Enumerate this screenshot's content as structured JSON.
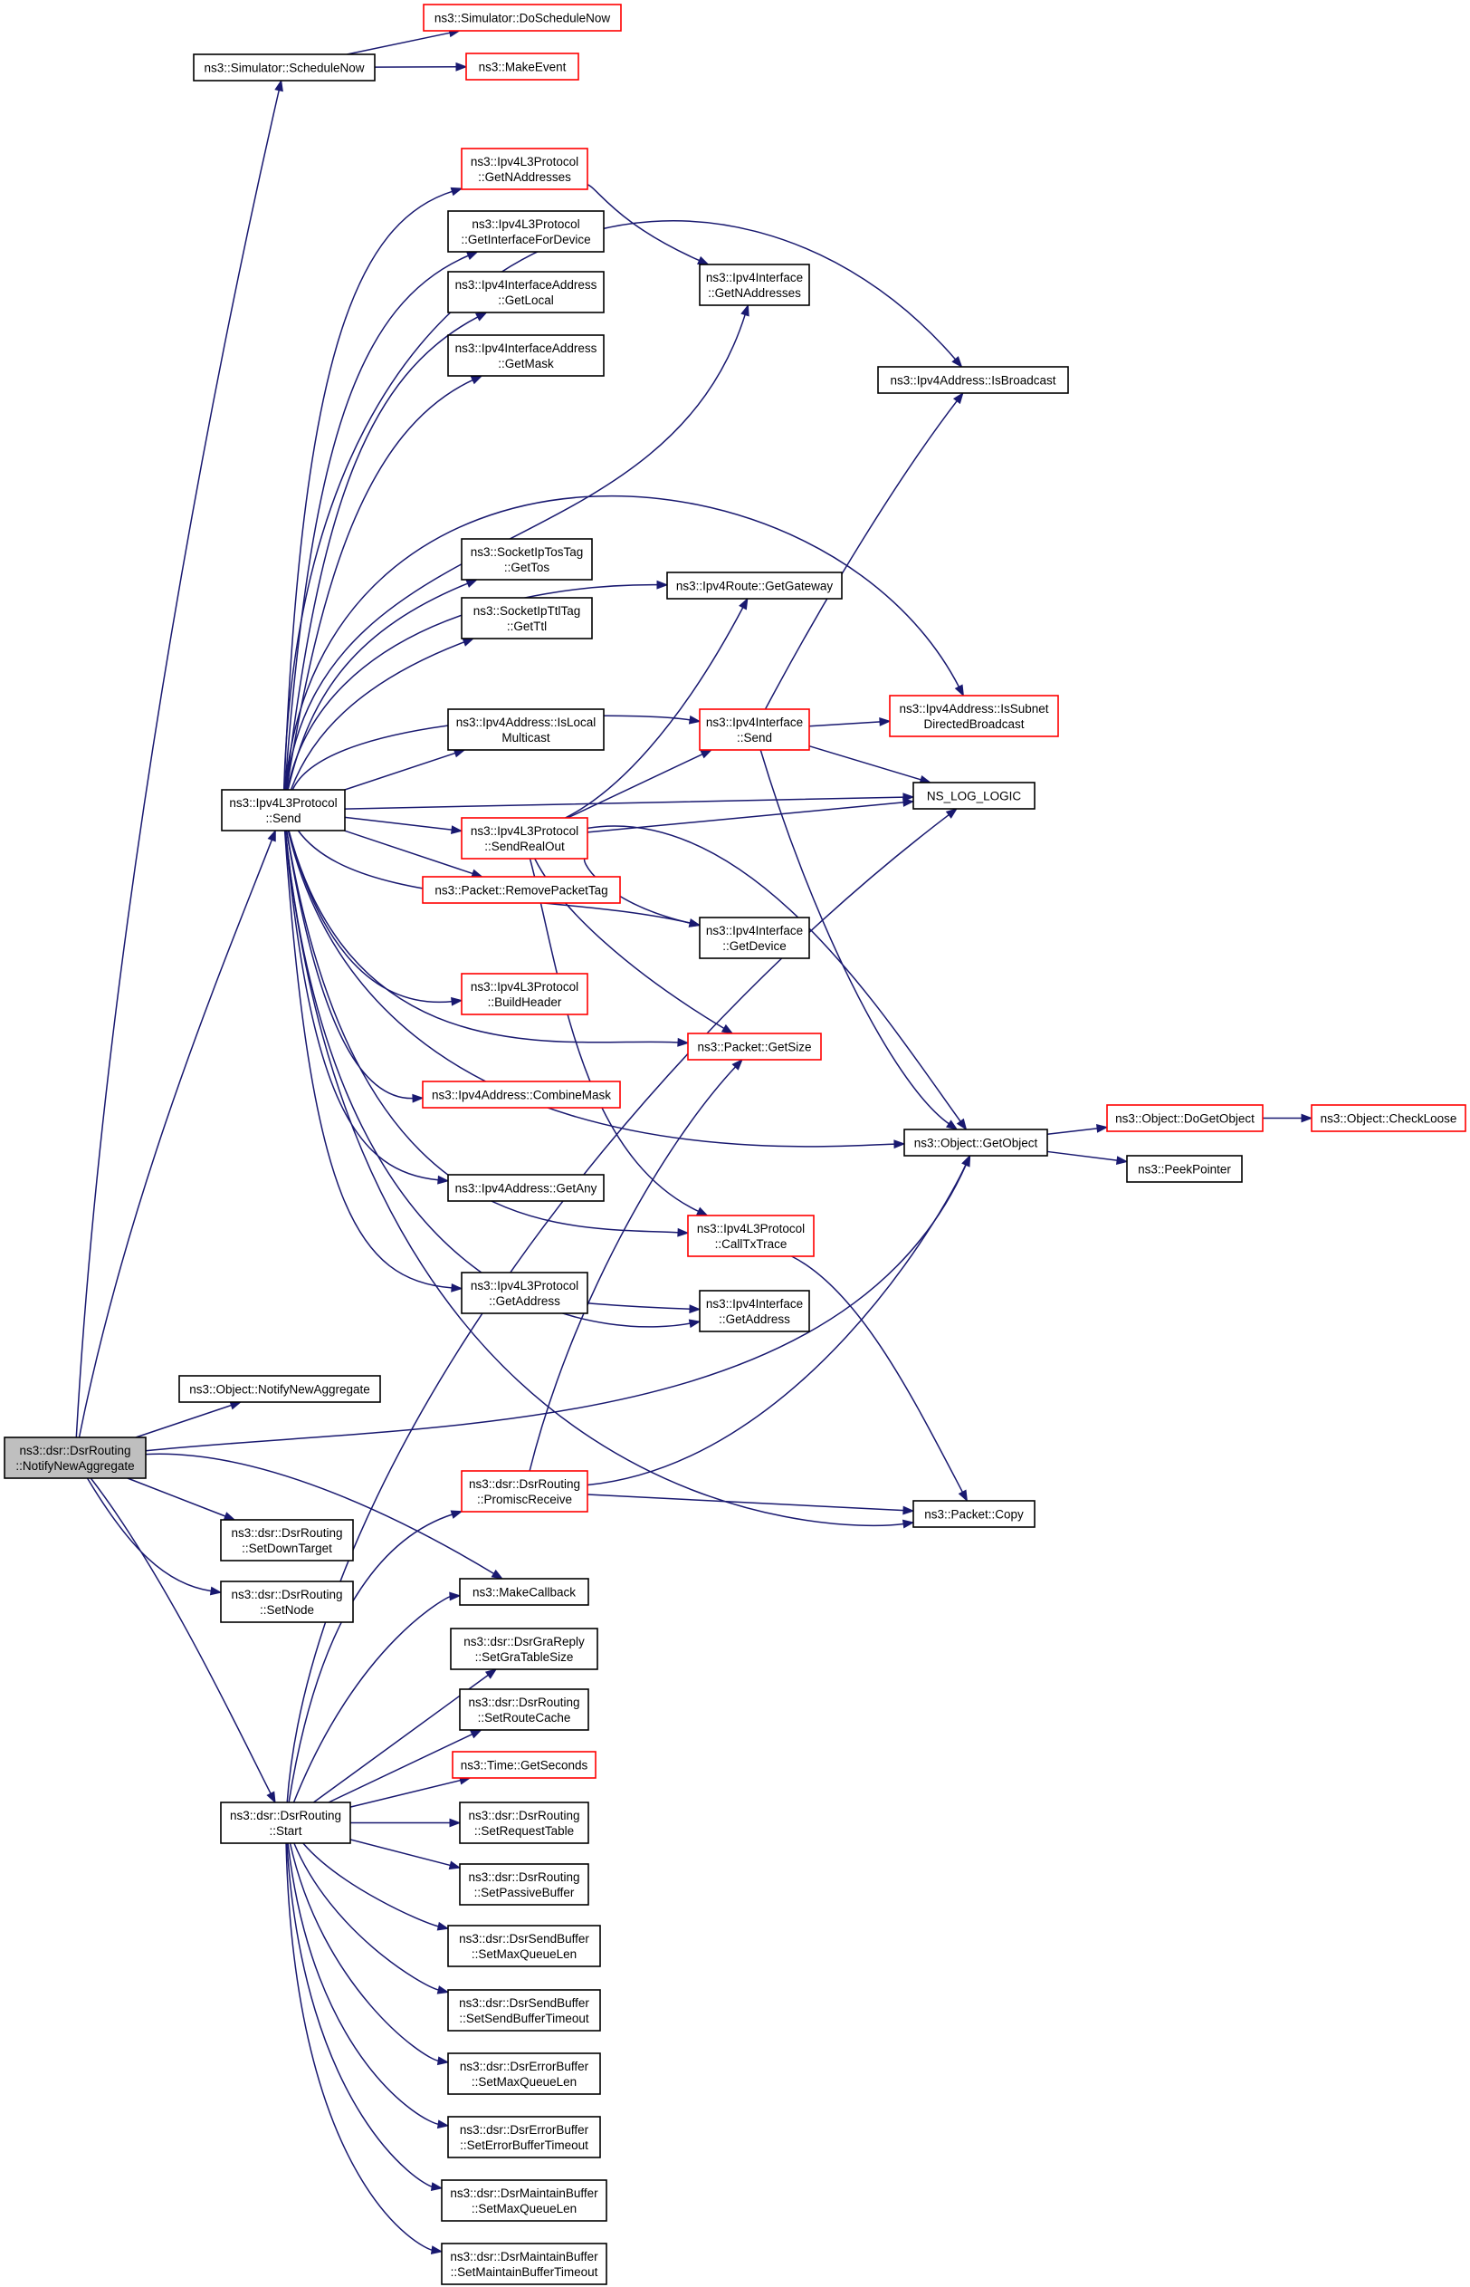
{
  "diagram": {
    "type": "call-graph",
    "colors": {
      "edge": "#191970",
      "default_border": "#000000",
      "truncated_border": "#ff0000",
      "root_fill": "#bfbfbf"
    },
    "nodes": [
      {
        "id": "root",
        "lines": [
          "ns3::dsr::DsrRouting",
          "::NotifyNewAggregate"
        ],
        "style": "root"
      },
      {
        "id": "schedulenow",
        "lines": [
          "ns3::Simulator::ScheduleNow"
        ],
        "style": "normal"
      },
      {
        "id": "doschedulenow",
        "lines": [
          "ns3::Simulator::DoScheduleNow"
        ],
        "style": "truncated"
      },
      {
        "id": "makeevent",
        "lines": [
          "ns3::MakeEvent"
        ],
        "style": "truncated"
      },
      {
        "id": "getnaddr_l3",
        "lines": [
          "ns3::Ipv4L3Protocol",
          "::GetNAddresses"
        ],
        "style": "truncated"
      },
      {
        "id": "getiffordev",
        "lines": [
          "ns3::Ipv4L3Protocol",
          "::GetInterfaceForDevice"
        ],
        "style": "normal"
      },
      {
        "id": "getlocal",
        "lines": [
          "ns3::Ipv4InterfaceAddress",
          "::GetLocal"
        ],
        "style": "normal"
      },
      {
        "id": "getmask",
        "lines": [
          "ns3::Ipv4InterfaceAddress",
          "::GetMask"
        ],
        "style": "normal"
      },
      {
        "id": "getnaddr_if",
        "lines": [
          "ns3::Ipv4Interface",
          "::GetNAddresses"
        ],
        "style": "normal"
      },
      {
        "id": "isbroadcast",
        "lines": [
          "ns3::Ipv4Address::IsBroadcast"
        ],
        "style": "normal"
      },
      {
        "id": "gettos",
        "lines": [
          "ns3::SocketIpTosTag",
          "::GetTos"
        ],
        "style": "normal"
      },
      {
        "id": "getgateway",
        "lines": [
          "ns3::Ipv4Route::GetGateway"
        ],
        "style": "normal"
      },
      {
        "id": "getttl",
        "lines": [
          "ns3::SocketIpTtlTag",
          "::GetTtl"
        ],
        "style": "normal"
      },
      {
        "id": "l3send",
        "lines": [
          "ns3::Ipv4L3Protocol",
          "::Send"
        ],
        "style": "normal"
      },
      {
        "id": "islocalmc",
        "lines": [
          "ns3::Ipv4Address::IsLocal",
          "Multicast"
        ],
        "style": "normal"
      },
      {
        "id": "ifsend",
        "lines": [
          "ns3::Ipv4Interface",
          "::Send"
        ],
        "style": "truncated"
      },
      {
        "id": "issubnet",
        "lines": [
          "ns3::Ipv4Address::IsSubnet",
          "DirectedBroadcast"
        ],
        "style": "truncated"
      },
      {
        "id": "nslog",
        "lines": [
          "NS_LOG_LOGIC"
        ],
        "style": "normal"
      },
      {
        "id": "sendrealout",
        "lines": [
          "ns3::Ipv4L3Protocol",
          "::SendRealOut"
        ],
        "style": "truncated"
      },
      {
        "id": "removetag",
        "lines": [
          "ns3::Packet::RemovePacketTag"
        ],
        "style": "truncated"
      },
      {
        "id": "getdevice",
        "lines": [
          "ns3::Ipv4Interface",
          "::GetDevice"
        ],
        "style": "normal"
      },
      {
        "id": "buildheader",
        "lines": [
          "ns3::Ipv4L3Protocol",
          "::BuildHeader"
        ],
        "style": "truncated"
      },
      {
        "id": "getsize",
        "lines": [
          "ns3::Packet::GetSize"
        ],
        "style": "truncated"
      },
      {
        "id": "combinemask",
        "lines": [
          "ns3::Ipv4Address::CombineMask"
        ],
        "style": "truncated"
      },
      {
        "id": "getobject",
        "lines": [
          "ns3::Object::GetObject"
        ],
        "style": "normal"
      },
      {
        "id": "dogetobject",
        "lines": [
          "ns3::Object::DoGetObject"
        ],
        "style": "truncated"
      },
      {
        "id": "checkloose",
        "lines": [
          "ns3::Object::CheckLoose"
        ],
        "style": "truncated"
      },
      {
        "id": "peekpointer",
        "lines": [
          "ns3::PeekPointer"
        ],
        "style": "normal"
      },
      {
        "id": "getany",
        "lines": [
          "ns3::Ipv4Address::GetAny"
        ],
        "style": "normal"
      },
      {
        "id": "calltxtrace",
        "lines": [
          "ns3::Ipv4L3Protocol",
          "::CallTxTrace"
        ],
        "style": "truncated"
      },
      {
        "id": "l3getaddress",
        "lines": [
          "ns3::Ipv4L3Protocol",
          "::GetAddress"
        ],
        "style": "normal"
      },
      {
        "id": "ifgetaddress",
        "lines": [
          "ns3::Ipv4Interface",
          "::GetAddress"
        ],
        "style": "normal"
      },
      {
        "id": "objnotify",
        "lines": [
          "ns3::Object::NotifyNewAggregate"
        ],
        "style": "normal"
      },
      {
        "id": "promisc",
        "lines": [
          "ns3::dsr::DsrRouting",
          "::PromiscReceive"
        ],
        "style": "truncated"
      },
      {
        "id": "packetcopy",
        "lines": [
          "ns3::Packet::Copy"
        ],
        "style": "normal"
      },
      {
        "id": "setdowntarget",
        "lines": [
          "ns3::dsr::DsrRouting",
          "::SetDownTarget"
        ],
        "style": "normal"
      },
      {
        "id": "setnode",
        "lines": [
          "ns3::dsr::DsrRouting",
          "::SetNode"
        ],
        "style": "normal"
      },
      {
        "id": "makecallback",
        "lines": [
          "ns3::MakeCallback"
        ],
        "style": "normal"
      },
      {
        "id": "setgratable",
        "lines": [
          "ns3::dsr::DsrGraReply",
          "::SetGraTableSize"
        ],
        "style": "normal"
      },
      {
        "id": "setroutecache",
        "lines": [
          "ns3::dsr::DsrRouting",
          "::SetRouteCache"
        ],
        "style": "normal"
      },
      {
        "id": "getseconds",
        "lines": [
          "ns3::Time::GetSeconds"
        ],
        "style": "truncated"
      },
      {
        "id": "start",
        "lines": [
          "ns3::dsr::DsrRouting",
          "::Start"
        ],
        "style": "normal"
      },
      {
        "id": "setrequesttable",
        "lines": [
          "ns3::dsr::DsrRouting",
          "::SetRequestTable"
        ],
        "style": "normal"
      },
      {
        "id": "setpassive",
        "lines": [
          "ns3::dsr::DsrRouting",
          "::SetPassiveBuffer"
        ],
        "style": "normal"
      },
      {
        "id": "sb_maxqlen",
        "lines": [
          "ns3::dsr::DsrSendBuffer",
          "::SetMaxQueueLen"
        ],
        "style": "normal"
      },
      {
        "id": "sb_timeout",
        "lines": [
          "ns3::dsr::DsrSendBuffer",
          "::SetSendBufferTimeout"
        ],
        "style": "normal"
      },
      {
        "id": "eb_maxqlen",
        "lines": [
          "ns3::dsr::DsrErrorBuffer",
          "::SetMaxQueueLen"
        ],
        "style": "normal"
      },
      {
        "id": "eb_timeout",
        "lines": [
          "ns3::dsr::DsrErrorBuffer",
          "::SetErrorBufferTimeout"
        ],
        "style": "normal"
      },
      {
        "id": "mb_maxqlen",
        "lines": [
          "ns3::dsr::DsrMaintainBuffer",
          "::SetMaxQueueLen"
        ],
        "style": "normal"
      },
      {
        "id": "mb_timeout",
        "lines": [
          "ns3::dsr::DsrMaintainBuffer",
          "::SetMaintainBufferTimeout"
        ],
        "style": "normal"
      }
    ],
    "edges": [
      [
        "root",
        "schedulenow"
      ],
      [
        "schedulenow",
        "doschedulenow"
      ],
      [
        "schedulenow",
        "makeevent"
      ],
      [
        "root",
        "l3send"
      ],
      [
        "root",
        "objnotify"
      ],
      [
        "root",
        "getobject"
      ],
      [
        "root",
        "setdowntarget"
      ],
      [
        "root",
        "setnode"
      ],
      [
        "root",
        "makecallback"
      ],
      [
        "root",
        "start"
      ],
      [
        "l3send",
        "isbroadcast"
      ],
      [
        "l3send",
        "getnaddr_l3"
      ],
      [
        "l3send",
        "getiffordev"
      ],
      [
        "l3send",
        "getlocal"
      ],
      [
        "l3send",
        "getmask"
      ],
      [
        "l3send",
        "getnaddr_if"
      ],
      [
        "l3send",
        "issubnet"
      ],
      [
        "l3send",
        "getgateway"
      ],
      [
        "l3send",
        "gettos"
      ],
      [
        "l3send",
        "getttl"
      ],
      [
        "l3send",
        "ifsend"
      ],
      [
        "l3send",
        "islocalmc"
      ],
      [
        "l3send",
        "nslog"
      ],
      [
        "l3send",
        "sendrealout"
      ],
      [
        "l3send",
        "removetag"
      ],
      [
        "l3send",
        "getdevice"
      ],
      [
        "l3send",
        "buildheader"
      ],
      [
        "l3send",
        "getsize"
      ],
      [
        "l3send",
        "combinemask"
      ],
      [
        "l3send",
        "getobject"
      ],
      [
        "l3send",
        "getany"
      ],
      [
        "l3send",
        "calltxtrace"
      ],
      [
        "l3send",
        "l3getaddress"
      ],
      [
        "l3send",
        "ifgetaddress"
      ],
      [
        "l3send",
        "packetcopy"
      ],
      [
        "getnaddr_l3",
        "getnaddr_if"
      ],
      [
        "l3getaddress",
        "ifgetaddress"
      ],
      [
        "ifsend",
        "isbroadcast"
      ],
      [
        "ifsend",
        "issubnet"
      ],
      [
        "ifsend",
        "nslog"
      ],
      [
        "ifsend",
        "getobject"
      ],
      [
        "sendrealout",
        "getgateway"
      ],
      [
        "sendrealout",
        "ifsend"
      ],
      [
        "sendrealout",
        "nslog"
      ],
      [
        "sendrealout",
        "getdevice"
      ],
      [
        "sendrealout",
        "getsize"
      ],
      [
        "sendrealout",
        "getobject"
      ],
      [
        "sendrealout",
        "calltxtrace"
      ],
      [
        "getobject",
        "dogetobject"
      ],
      [
        "getobject",
        "peekpointer"
      ],
      [
        "dogetobject",
        "checkloose"
      ],
      [
        "calltxtrace",
        "packetcopy"
      ],
      [
        "promisc",
        "getsize"
      ],
      [
        "promisc",
        "getobject"
      ],
      [
        "promisc",
        "packetcopy"
      ],
      [
        "start",
        "promisc"
      ],
      [
        "start",
        "nslog"
      ],
      [
        "start",
        "makecallback"
      ],
      [
        "start",
        "setgratable"
      ],
      [
        "start",
        "setroutecache"
      ],
      [
        "start",
        "getseconds"
      ],
      [
        "start",
        "setrequesttable"
      ],
      [
        "start",
        "setpassive"
      ],
      [
        "start",
        "sb_maxqlen"
      ],
      [
        "start",
        "sb_timeout"
      ],
      [
        "start",
        "eb_maxqlen"
      ],
      [
        "start",
        "eb_timeout"
      ],
      [
        "start",
        "mb_maxqlen"
      ],
      [
        "start",
        "mb_timeout"
      ]
    ]
  }
}
